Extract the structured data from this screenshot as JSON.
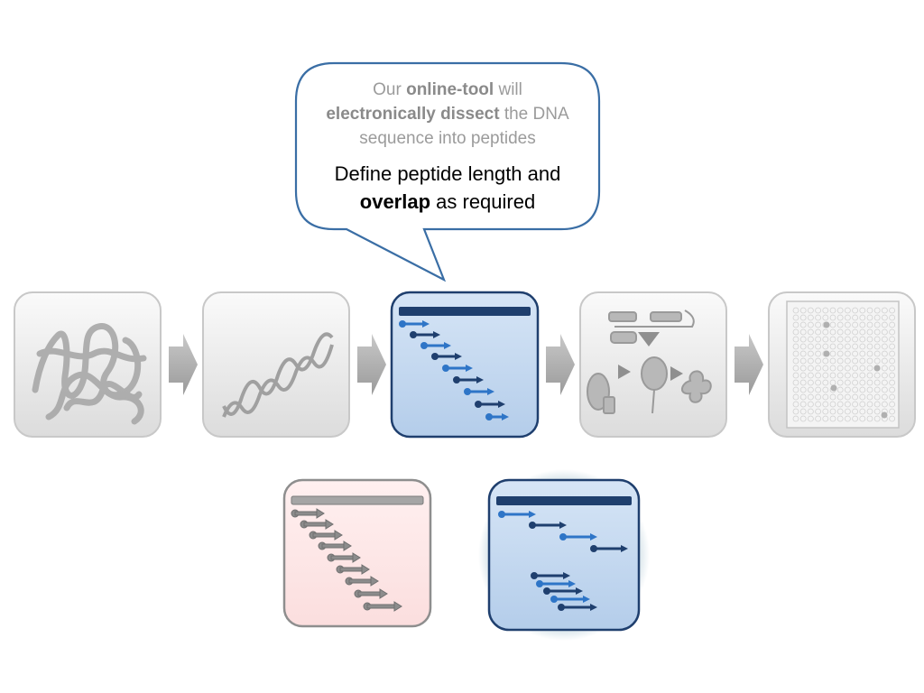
{
  "callout": {
    "line1_a": "Our ",
    "line1_b": "online-tool",
    "line1_c": " will",
    "line2_a": "electronically dissect",
    "line2_b": " the DNA",
    "line3": "sequence  into peptides",
    "line4": "Define peptide length and",
    "line5_a": "overlap",
    "line5_b": " as required"
  },
  "steps": [
    {
      "icon": "protein-structure-icon"
    },
    {
      "icon": "dna-helix-icon"
    },
    {
      "icon": "peptide-dissection-icon"
    },
    {
      "icon": "synthesis-workflow-icon"
    },
    {
      "icon": "microplate-icon"
    }
  ],
  "options": [
    {
      "icon": "peptide-scan-grey-icon",
      "color": "#fde8e8"
    },
    {
      "icon": "peptide-scan-blue-icon",
      "color": "#c5d9f1"
    }
  ],
  "colors": {
    "accent_blue": "#1f3f6e",
    "light_blue": "#c5d9f1",
    "bubble_border": "#3a6ea5",
    "grey_tile": "#ececec",
    "pink_tile": "#fde8e8"
  }
}
